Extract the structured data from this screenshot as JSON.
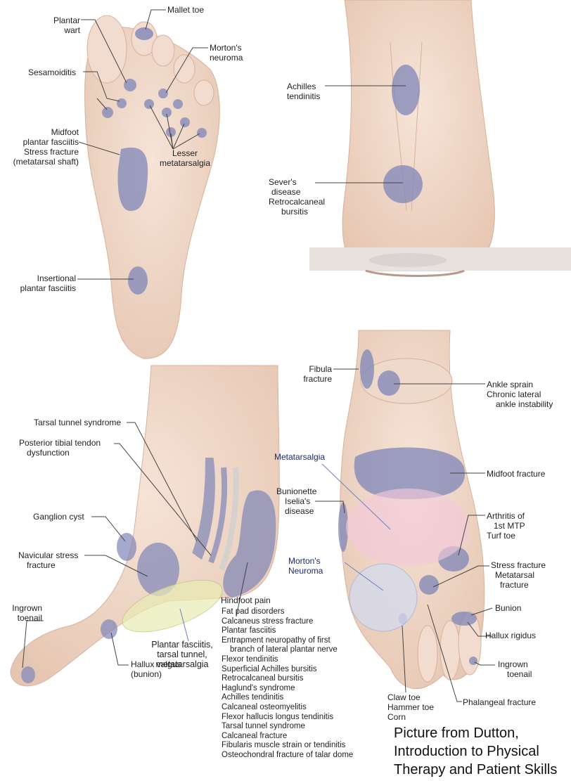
{
  "labels": {
    "plantar_wart": [
      "Plantar",
      "wart"
    ],
    "mallet_toe": "Mallet toe",
    "mortons_neuroma_top": [
      "Morton's",
      "neuroma"
    ],
    "sesamoiditis": "Sesamoiditis",
    "midfoot_plantar_fasciitis": [
      "Midfoot",
      "plantar fasciitis"
    ],
    "stress_fracture_shaft": [
      "Stress fracture",
      "(metatarsal shaft)"
    ],
    "lesser_metatarsalgia": [
      "Lesser",
      "metatarsalgia"
    ],
    "insertional_plantar_fasciitis": [
      "Insertional",
      "plantar fasciitis"
    ],
    "achilles_tendinitis": [
      "Achilles",
      "tendinitis"
    ],
    "severs_disease": [
      "Sever's",
      "disease",
      "Retrocalcaneal",
      "bursitis"
    ],
    "fibula_fracture": [
      "Fibula",
      "fracture"
    ],
    "ankle_sprain": [
      "Ankle sprain",
      "Chronic lateral",
      "ankle instability"
    ],
    "tarsal_tunnel_syndrome": "Tarsal tunnel syndrome",
    "posterior_tibial": [
      "Posterior tibial tendon",
      "dysfunction"
    ],
    "metatarsalgia_front": "Metatarsalgia",
    "midfoot_fracture": "Midfoot fracture",
    "bunionette": [
      "Bunionette",
      "Iselia's",
      "disease"
    ],
    "arthritis_1st_mtp": [
      "Arthritis of",
      "1st MTP",
      "Turf toe"
    ],
    "ganglion_cyst": "Ganglion cyst",
    "navicular_stress": [
      "Navicular stress",
      "fracture"
    ],
    "mortons_neuroma_front": [
      "Morton's",
      "Neuroma"
    ],
    "stress_fracture_metatarsal": [
      "Stress fracture",
      "Metatarsal",
      "fracture"
    ],
    "hindfoot_pain": "Hindfoot pain",
    "bunion": "Bunion",
    "ingrown_toenail_left": [
      "Ingrown",
      "toenail"
    ],
    "plantar_fasciitis_combo": [
      "Plantar fasciitis,",
      "tarsal tunnel,",
      "metatarsalgia"
    ],
    "hallux_rigidus": "Hallux rigidus",
    "ingrown_toenail_right": [
      "Ingrown",
      "toenail"
    ],
    "hallux_valgus": [
      "Hallux valgus",
      "(bunion)"
    ],
    "claw_toe": [
      "Claw toe",
      "Hammer toe",
      "Corn"
    ],
    "phalangeal_fracture": "Phalangeal fracture"
  },
  "hindfoot_list": [
    "Fat pad disorders",
    "Calcaneus stress fracture",
    "Plantar fasciitis",
    "Entrapment neuropathy of first",
    "  branch of lateral plantar nerve",
    "Flexor tendinitis",
    "Superficial Achilles bursitis",
    "Retrocalcaneal bursitis",
    "Haglund's syndrome",
    "Achilles tendinitis",
    "Calcaneal osteomyelitis",
    "Flexor hallucis longus tendinitis",
    "Tarsal tunnel syndrome",
    "Calcaneal fracture",
    "Fibularis muscle strain or tendinitis",
    "Osteochondral fracture of talar dome"
  ],
  "credit": [
    "Picture from Dutton,",
    "Introduction to Physical",
    "Therapy and Patient Skills"
  ],
  "colors": {
    "skin": "#f2dccd",
    "skin_shadow": "#e3c2ae",
    "lesion": "#7f86b8",
    "pink_region": "#f3c9d8",
    "green_region": "#e9ecb3",
    "neuroma_region": "#d4dbef",
    "leader": "#444444",
    "blue_leader": "#6a7fc7"
  }
}
